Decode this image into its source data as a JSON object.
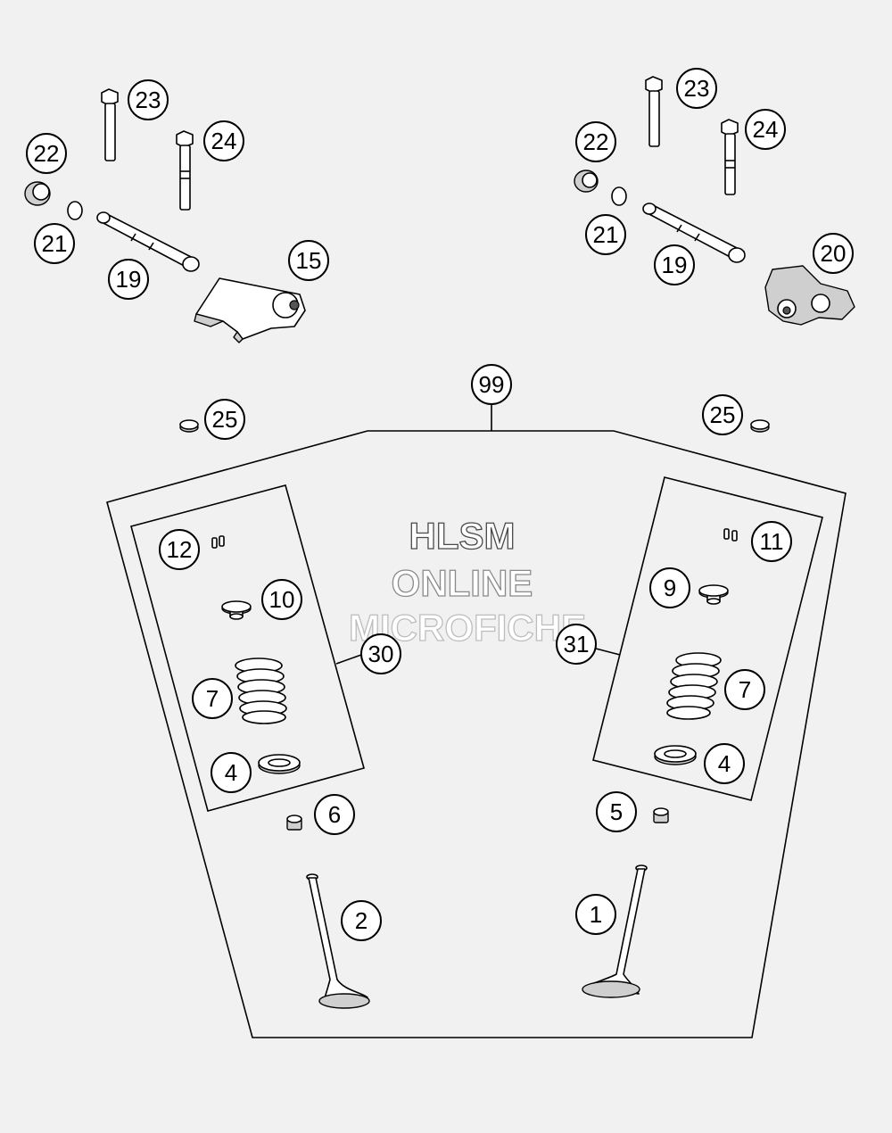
{
  "watermark": {
    "line1": "HLSM",
    "line2": "ONLINE",
    "line3": "MICROFICHE",
    "color_line1": "#4a4a4a",
    "color_line2": "#8a8a8a",
    "color_line3": "#bdbdbd"
  },
  "callouts": {
    "c23_left": "23",
    "c24_left": "24",
    "c22_left": "22",
    "c21_left": "21",
    "c19_left": "19",
    "c15": "15",
    "c23_right": "23",
    "c24_right": "24",
    "c22_right": "22",
    "c21_right": "21",
    "c19_right": "19",
    "c20": "20",
    "c99": "99",
    "c25_left": "25",
    "c25_right": "25",
    "c12": "12",
    "c10": "10",
    "c30": "30",
    "c7_left": "7",
    "c4_left": "4",
    "c11": "11",
    "c9": "9",
    "c31": "31",
    "c7_right": "7",
    "c4_right": "4",
    "c6": "6",
    "c5": "5",
    "c2": "2",
    "c1": "1"
  },
  "colors": {
    "background": "#f1f1f1",
    "line": "#000000",
    "part_fill": "#ffffff",
    "part_shade": "#cfcfcf"
  }
}
